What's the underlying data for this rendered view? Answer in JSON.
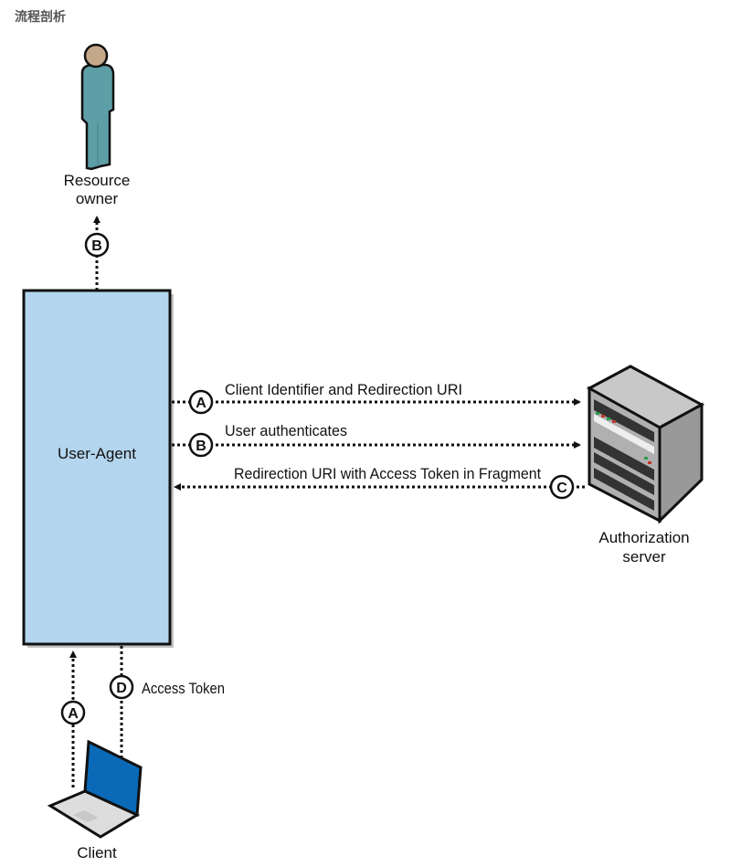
{
  "title": "流程剖析",
  "nodes": {
    "resource_owner": [
      "Resource",
      "owner"
    ],
    "user_agent": "User-Agent",
    "authorization_server": [
      "Authorization",
      "server"
    ],
    "client": "Client"
  },
  "flows": {
    "A_top": {
      "step": "A",
      "label": "Client Identifier and Redirection URI"
    },
    "B_mid": {
      "step": "B",
      "label": "User authenticates"
    },
    "C": {
      "step": "C",
      "label": "Redirection URI with Access Token in Fragment"
    },
    "B_up": {
      "step": "B"
    },
    "A_client": {
      "step": "A"
    },
    "D": {
      "step": "D",
      "label": "Access Token"
    }
  },
  "colors": {
    "user_agent_fill": "#b4d5ee",
    "person": "#5e9ea6",
    "skin": "#c4a88a",
    "screen": "#0a6ab8",
    "server": "#a9a9a9"
  }
}
